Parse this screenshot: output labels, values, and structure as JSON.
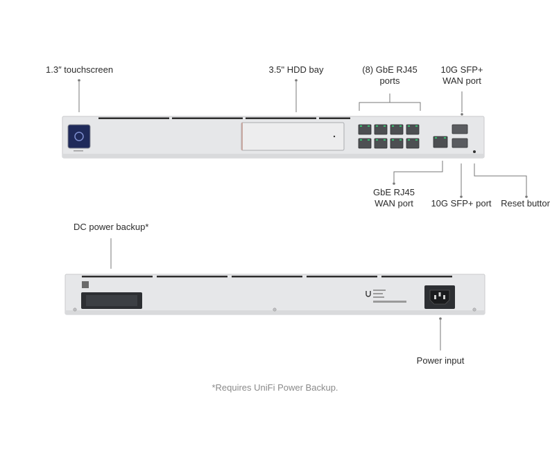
{
  "front": {
    "labels": {
      "touchscreen": "1.3″ touchscreen",
      "hdd_bay": "3.5\" HDD bay",
      "rj45_ports_line1": "(8) GbE RJ45",
      "rj45_ports_line2": "ports",
      "sfp_wan_line1": "10G SFP+",
      "sfp_wan_line2": "WAN port",
      "rj45_wan_line1": "GbE RJ45",
      "rj45_wan_line2": "WAN port",
      "sfp_port": "10G SFP+ port",
      "reset_button": "Reset button"
    }
  },
  "rear": {
    "labels": {
      "dc_power_backup": "DC power backup*",
      "power_input": "Power input"
    }
  },
  "footnote": "*Requires UniFi Power Backup.",
  "colors": {
    "chassis": "#e6e7e9",
    "chassis_edge": "#c9cacc",
    "leader": "#777777",
    "screen": "#1f2a5a"
  }
}
